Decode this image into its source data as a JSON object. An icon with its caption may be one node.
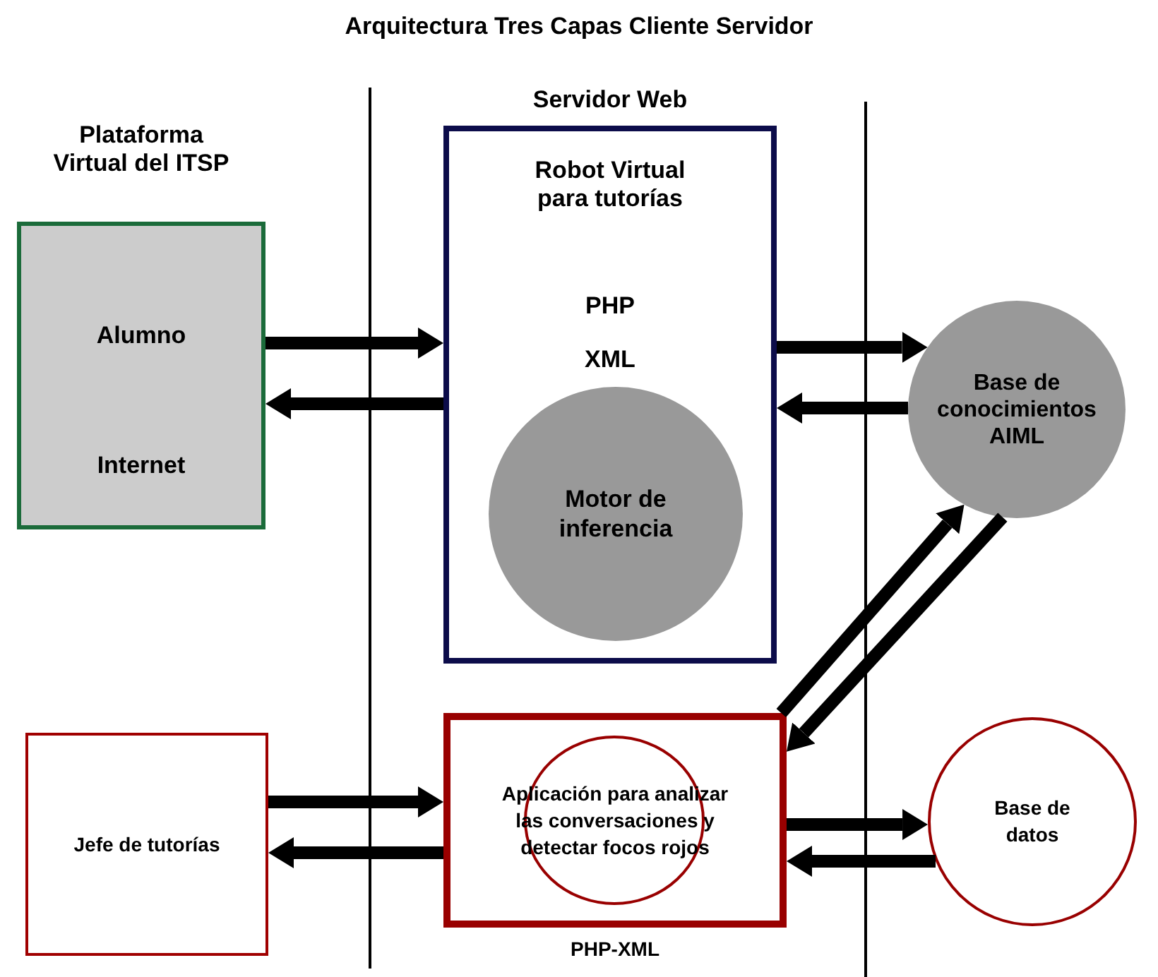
{
  "diagram": {
    "title": "Arquitectura Tres Capas Cliente Servidor",
    "nodes": [
      {
        "text": [
          "Plataforma Virtual del ITSP",
          "Alumno",
          "Internet"
        ]
      },
      {
        "text": [
          "Servidor Web",
          "Robot Virtual para tutorías",
          "PHP",
          "XML"
        ]
      },
      {
        "text": [
          "Motor de inferencia"
        ],
        "in": 1
      },
      {
        "text": [
          "Base de conocimientos AIML"
        ]
      },
      {
        "text": [
          "Jefe de tutorías"
        ]
      },
      {
        "text": [
          "Aplicación para analizar las conversaciones y detectar focos rojos"
        ],
        "beside": [
          "PHP-XML"
        ]
      },
      {
        "text": [
          "Base de datos"
        ]
      }
    ],
    "edges": [
      {
        "from": 0,
        "to": 1,
        "arrow": "to"
      },
      {
        "from": 1,
        "to": 0,
        "arrow": "to"
      },
      {
        "from": 1,
        "to": 3,
        "arrow": "to"
      },
      {
        "from": 3,
        "to": 1,
        "arrow": "to"
      },
      {
        "from": 5,
        "to": 3,
        "arrow": "to"
      },
      {
        "from": 3,
        "to": 5,
        "arrow": "to"
      },
      {
        "from": 4,
        "to": 5,
        "arrow": "to"
      },
      {
        "from": 5,
        "to": 4,
        "arrow": "to"
      },
      {
        "from": 5,
        "to": 6,
        "arrow": "to"
      },
      {
        "from": 6,
        "to": 5,
        "arrow": "to"
      }
    ]
  }
}
